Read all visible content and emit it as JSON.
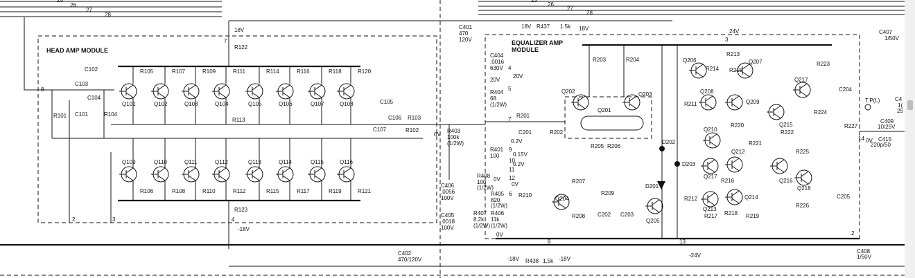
{
  "bus_tags_left": [
    "25",
    "26",
    "27",
    "28"
  ],
  "bus_tags_right": [
    "25",
    "26",
    "27",
    "28"
  ],
  "head_amp": {
    "title": "HEAD AMP MODULE",
    "supply_pos": "18V",
    "supply_neg": "-18V",
    "r_top": "R122",
    "r_bottom": "R123",
    "pins": {
      "in": "8",
      "top": "7",
      "bottom": "4",
      "p2": "2",
      "p3": "3"
    },
    "input_parts": [
      "C102",
      "C103",
      "C104",
      "R101",
      "C101",
      "R104"
    ],
    "top_transistors": [
      "Q101",
      "Q102",
      "Q103",
      "Q104",
      "Q105",
      "Q106",
      "Q107",
      "Q108"
    ],
    "bottom_transistors": [
      "Q109",
      "Q110",
      "Q111",
      "Q112",
      "Q113",
      "Q114",
      "Q115",
      "Q116"
    ],
    "top_resistors": [
      "R105",
      "R107",
      "R109",
      "R111",
      "R114",
      "R116",
      "R118",
      "R120"
    ],
    "bottom_resistors": [
      "R106",
      "R108",
      "R110",
      "R112",
      "R115",
      "R117",
      "R119",
      "R121"
    ],
    "mid_resistor": "R113",
    "output_parts": [
      "C105",
      "C106",
      "C107",
      "R103",
      "R102"
    ],
    "output_ov": "0V"
  },
  "between": {
    "r403": "R403",
    "r403_val1": "100k",
    "r403_val2": "(1/2W)",
    "c401": "C401",
    "c401_val1": "470",
    "c401_val2": "120V",
    "c402": "C402",
    "c402_val": "470/120V",
    "r437": "R437",
    "r437_val": "1.5k",
    "r438": "R438",
    "r438_val": "1.5k",
    "v18p_a": "18V",
    "v18p_b": "18V",
    "v18n_a": "-18V",
    "v18n_b": "-18V"
  },
  "equalizer": {
    "title1": "EQUALIZER AMP",
    "title2": "MODULE",
    "supply_pos": "24V",
    "supply_neg": "-24V",
    "c404": [
      "C404",
      ".0016",
      "630V"
    ],
    "v20a": "20V",
    "v20b": "20V",
    "r404": [
      "R404",
      "68",
      "(1/2W)"
    ],
    "pins": [
      "4",
      "5",
      "7",
      "9",
      "10",
      "11",
      "12",
      "6",
      "8",
      "13",
      "3",
      "14",
      "2"
    ],
    "r201": "R201",
    "c201": "C201",
    "r202": "R202",
    "q_diff": [
      "Q202",
      "Q201",
      "Q203"
    ],
    "r203": "R203",
    "r204": "R204",
    "r205": "R205",
    "r206": "R206",
    "v02": "0.2V",
    "v015": "0.15V",
    "v02b": "0.2V",
    "r401": [
      "R401",
      "100"
    ],
    "r408": [
      "R408",
      "100",
      "(1/2W)"
    ],
    "c406": [
      "C406",
      ".0056",
      "100V"
    ],
    "r405": [
      "R405",
      "820",
      "(1/2W)"
    ],
    "v0a": "0V",
    "v0b": "0V",
    "r210": "R210",
    "c405": [
      "C405",
      ".0018",
      "100V"
    ],
    "r407": [
      "R407",
      "8.2k",
      "(1/2W)"
    ],
    "r406": [
      "R406",
      "11k",
      "(1/2W)"
    ],
    "v0c": "0V",
    "r207": "R207",
    "r208": "R208",
    "r209": "R209",
    "q204": "Q204",
    "q205": "Q205",
    "c202": "C202",
    "c203": "C203",
    "d201": "D201",
    "d202": "D202",
    "d203": "D203",
    "r211": "R211",
    "r212": "R212",
    "r213": "R213",
    "r214": "R214",
    "r215": "R215",
    "q_right": [
      "Q206",
      "Q207",
      "Q208",
      "Q209",
      "Q210",
      "Q212",
      "Q213",
      "Q214",
      "Q215",
      "Q216",
      "Q217",
      "Q218"
    ],
    "r216": "R216",
    "r217": "R217",
    "r218": "R218",
    "r219": "R219",
    "r220": "R220",
    "r221": "R221",
    "r222": "R222",
    "r223": "R223",
    "r224": "R224",
    "r225": "R225",
    "r226": "R226",
    "c204": "C204",
    "c205": "C205",
    "r227": "R227",
    "tp": "T.P(L)",
    "out_ov": "0V"
  },
  "right_edge": {
    "c407": [
      "C407",
      "1/50V"
    ],
    "c409": [
      "C409",
      "10/25V"
    ],
    "c415": [
      "C415",
      "220p/50"
    ],
    "c408": [
      "C408",
      "1/50V"
    ],
    "cut1": "C4",
    "cut2": "1(",
    "cut3": "25"
  }
}
